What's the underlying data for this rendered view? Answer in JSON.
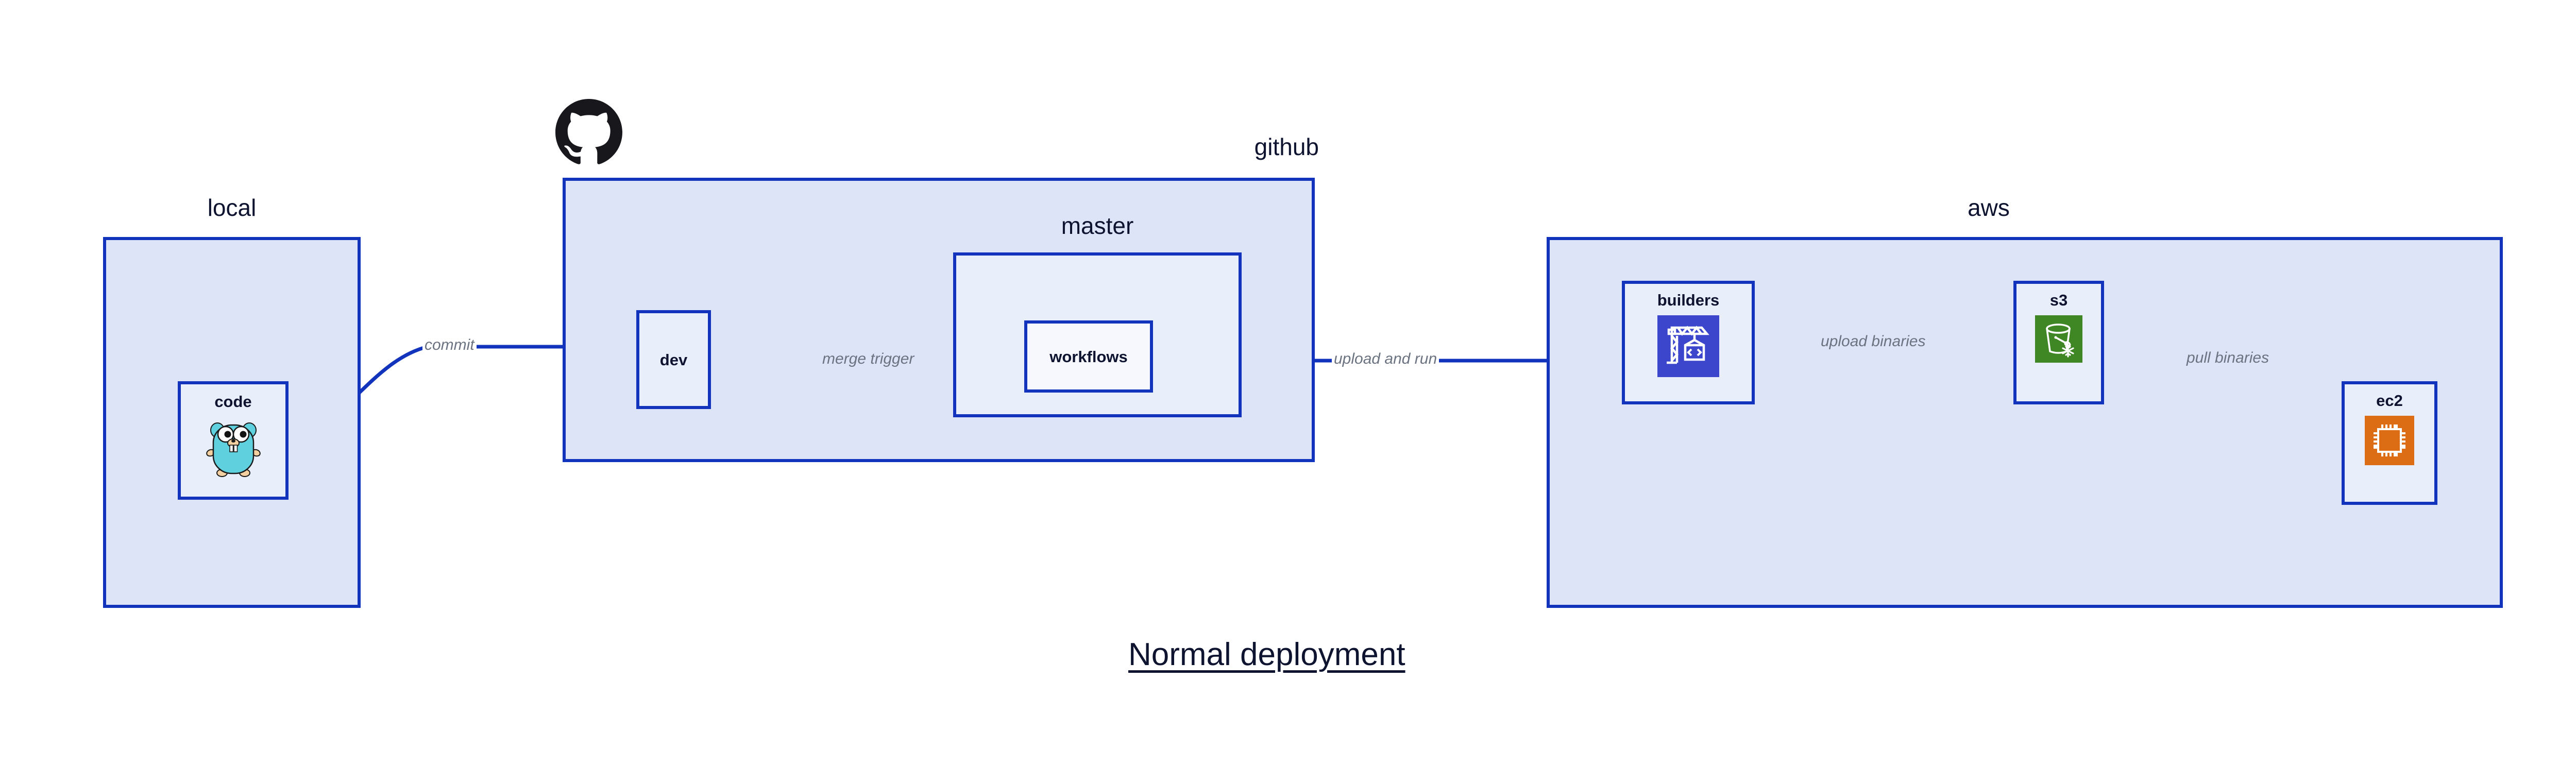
{
  "title": "Normal deployment",
  "colors": {
    "group_fill": "#dde4f8",
    "group_border": "#1233bb",
    "node_fill": "#e9eefb",
    "node_border": "#1233bb",
    "edge_stroke": "#1233bb",
    "edge_label_text": "#6b7280",
    "text_dark": "#0e1430",
    "codebuild_icon_bg": "#3c46cc",
    "s3_icon_bg": "#3f8624",
    "ec2_icon_bg": "#dd6d14",
    "github_logo": "#18171c",
    "gopher_body": "#5fd0de"
  },
  "groups": [
    {
      "id": "local",
      "label": "local"
    },
    {
      "id": "github",
      "label": "github"
    },
    {
      "id": "master",
      "label": "master"
    },
    {
      "id": "aws",
      "label": "aws"
    }
  ],
  "nodes": [
    {
      "id": "code",
      "label": "code",
      "icon": "go-gopher-icon"
    },
    {
      "id": "dev",
      "label": "dev",
      "icon": null
    },
    {
      "id": "workflows",
      "label": "workflows",
      "icon": null
    },
    {
      "id": "builders",
      "label": "builders",
      "icon": "aws-codebuild-icon"
    },
    {
      "id": "s3",
      "label": "s3",
      "icon": "aws-s3-glacier-icon"
    },
    {
      "id": "ec2",
      "label": "ec2",
      "icon": "aws-ec2-icon"
    }
  ],
  "edges": [
    {
      "id": "code-to-dev",
      "from": "code",
      "to": "dev",
      "label": "commit"
    },
    {
      "id": "dev-to-workflows",
      "from": "dev",
      "to": "workflows",
      "label": "merge trigger"
    },
    {
      "id": "workflows-to-builders",
      "from": "workflows",
      "to": "builders",
      "label": "upload and run"
    },
    {
      "id": "builders-to-s3",
      "from": "builders",
      "to": "s3",
      "label": "upload binaries"
    },
    {
      "id": "s3-to-ec2",
      "from": "s3",
      "to": "ec2",
      "label": "pull binaries"
    }
  ],
  "logos": [
    {
      "id": "github-logo",
      "name": "github-octocat-icon"
    }
  ]
}
